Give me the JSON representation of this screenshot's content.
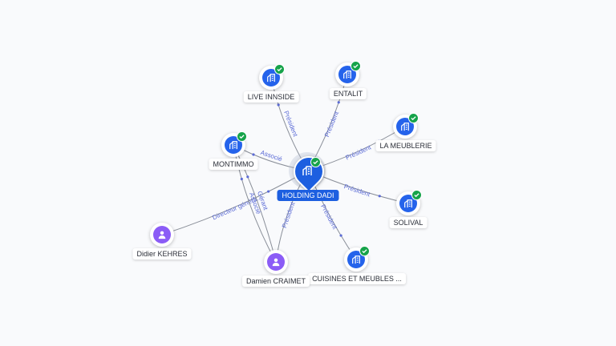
{
  "center": {
    "label": "HOLDING DADI",
    "icon": "building-icon",
    "verified": true
  },
  "nodes": [
    {
      "id": "live-innside",
      "label": "LIVE INNSIDE",
      "type": "company",
      "icon": "building-icon",
      "verified": true
    },
    {
      "id": "entalit",
      "label": "ENTALIT",
      "type": "company",
      "icon": "building-icon",
      "verified": true
    },
    {
      "id": "la-meublerie",
      "label": "LA MEUBLERIE",
      "type": "company",
      "icon": "building-icon",
      "verified": true
    },
    {
      "id": "montimmo",
      "label": "MONTIMMO",
      "type": "company",
      "icon": "building-icon",
      "verified": true
    },
    {
      "id": "solival",
      "label": "SOLIVAL",
      "type": "company",
      "icon": "building-icon",
      "verified": true
    },
    {
      "id": "cuisines-et-meubles",
      "label": "CUISINES ET MEUBLES ...",
      "type": "company",
      "icon": "building-icon",
      "verified": true
    },
    {
      "id": "didier-kehres",
      "label": "Didier KEHRES",
      "type": "person",
      "icon": "person-icon",
      "verified": false
    },
    {
      "id": "damien-craimet",
      "label": "Damien CRAIMET",
      "type": "person",
      "icon": "person-icon",
      "verified": false
    }
  ],
  "edges": [
    {
      "from": "center",
      "to": "live-innside",
      "label": "Président"
    },
    {
      "from": "center",
      "to": "entalit",
      "label": "Président"
    },
    {
      "from": "center",
      "to": "la-meublerie",
      "label": "Président"
    },
    {
      "from": "center",
      "to": "montimmo",
      "label": "Associé"
    },
    {
      "from": "center",
      "to": "solival",
      "label": "Président"
    },
    {
      "from": "center",
      "to": "cuisines-et-meubles",
      "label": "Président"
    },
    {
      "from": "didier-kehres",
      "to": "center",
      "label": "Directeur généra..."
    },
    {
      "from": "damien-craimet",
      "to": "center",
      "label": "Président"
    },
    {
      "from": "damien-craimet",
      "to": "montimmo",
      "label": "Gérant"
    },
    {
      "from": "damien-craimet",
      "to": "montimmo",
      "label": "Associé"
    }
  ],
  "colors": {
    "company": "#2563eb",
    "person": "#8b5cf6",
    "verified": "#16a34a",
    "edge": "#8a8f99",
    "edge_label": "#5b6bd6"
  }
}
